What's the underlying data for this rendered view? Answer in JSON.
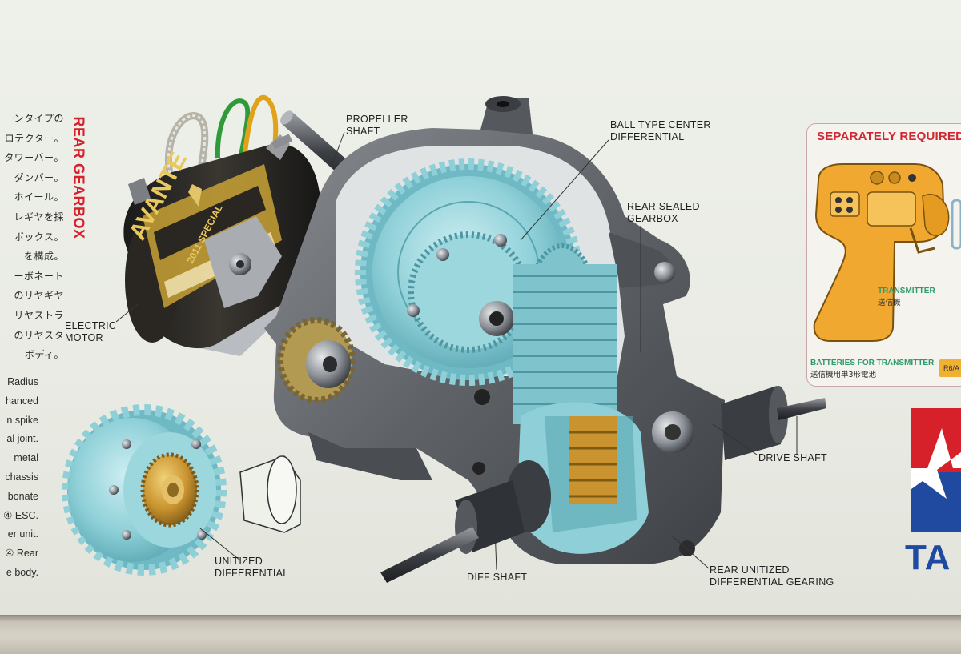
{
  "text": {
    "jp_lines": [
      "ーンタイプの",
      "ロテクター。",
      "タワーバー。",
      "ダンパー。",
      "ホイール。",
      "レギヤを採",
      "ボックス。",
      "を構成。",
      "ーボネート",
      "のリヤギヤ",
      "リヤストラ",
      "のリヤスタ",
      "ボディ。"
    ],
    "en_lines": [
      "Radius",
      "hanced",
      "n spike",
      "al joint.",
      "metal",
      "chassis",
      "bonate",
      "④ ESC.",
      "er unit.",
      "④ Rear",
      "e body."
    ]
  },
  "diagram": {
    "section_title": "REAR GEARBOX",
    "motor_brand": "AVANTE",
    "motor_model": "2011 SPECIAL",
    "labels": {
      "propeller_shaft": "PROPELLER\nSHAFT",
      "ball_type_center_differential": "BALL TYPE CENTER\nDIFFERENTIAL",
      "rear_sealed_gearbox": "REAR SEALED\nGEARBOX",
      "electric_motor": "ELECTRIC\nMOTOR",
      "drive_shaft": "DRIVE SHAFT",
      "unitized_differential": "UNITIZED\nDIFFERENTIAL",
      "diff_shaft": "DIFF SHAFT",
      "rear_unitized_differential_gearing": "REAR UNITIZED\nDIFFERENTIAL GEARING"
    }
  },
  "separately_required": {
    "title": "SEPARATELY REQUIRED",
    "transmitter_en": "TRANSMITTER",
    "transmitter_jp": "送信機",
    "batteries_en": "BATTERIES FOR TRANSMITTER",
    "batteries_jp": "送信機用単3形電池",
    "battery_code": "R6/A"
  },
  "brand": {
    "text": "TA"
  },
  "colors": {
    "accent_red": "#d6202a",
    "gear_teal": "#8fd0d8",
    "housing_gray": "#6c6f74",
    "brass": "#c9932f",
    "transmitter_orange": "#f0a830",
    "brand_blue": "#1f4aa0"
  }
}
